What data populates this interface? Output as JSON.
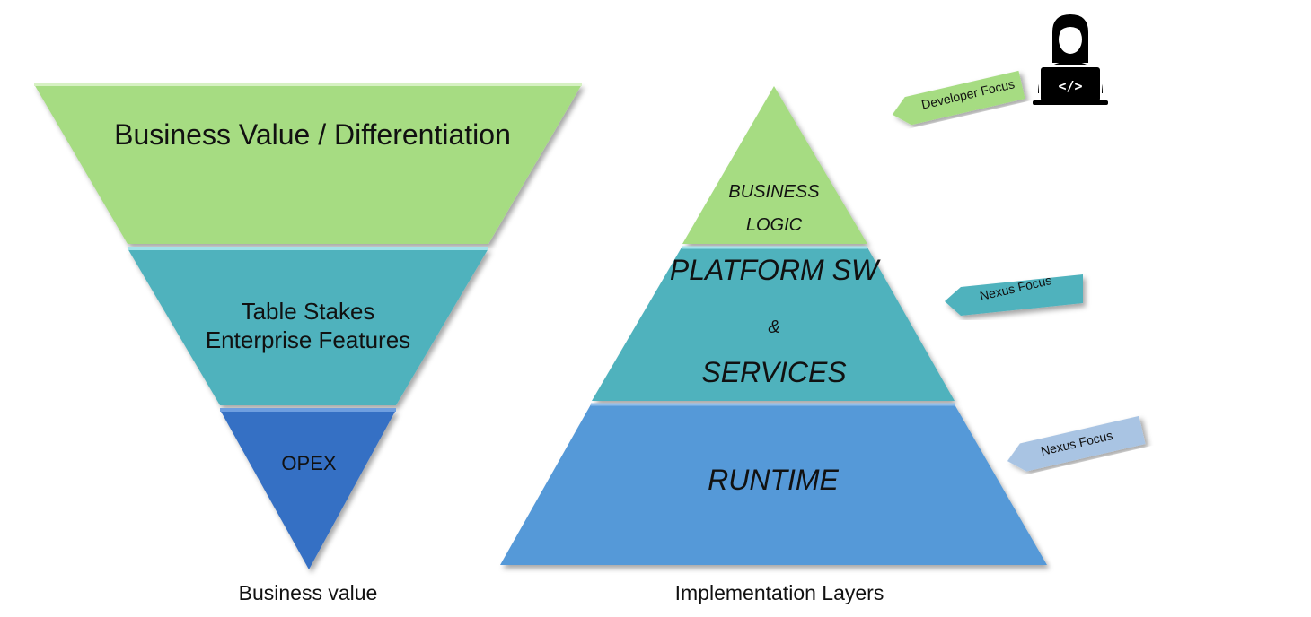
{
  "left_diagram": {
    "caption": "Business value",
    "layers": [
      {
        "label": "Business Value / Differentiation",
        "color": "#a6dc82"
      },
      {
        "label_line1": "Table Stakes",
        "label_line2": "Enterprise Features",
        "color": "#4fb2bd"
      },
      {
        "label": "OPEX",
        "color": "#3570c4"
      }
    ]
  },
  "right_diagram": {
    "caption": "Implementation Layers",
    "layers": [
      {
        "label_line1": "BUSINESS",
        "label_line2": "LOGIC",
        "color": "#a6dc82"
      },
      {
        "label_line1": "PLATFORM SW",
        "label_amp": "&",
        "label_line2": "SERVICES",
        "color": "#4fb2bd"
      },
      {
        "label": "RUNTIME",
        "color": "#5599d8"
      }
    ]
  },
  "focus_arrows": [
    {
      "label": "Developer Focus",
      "color": "#a6dc82"
    },
    {
      "label": "Nexus  Focus",
      "color": "#4fb2bd"
    },
    {
      "label": "Nexus  Focus",
      "color": "#a9c4e3"
    }
  ],
  "icon": {
    "name": "developer-laptop-icon",
    "glyph": "</>"
  }
}
